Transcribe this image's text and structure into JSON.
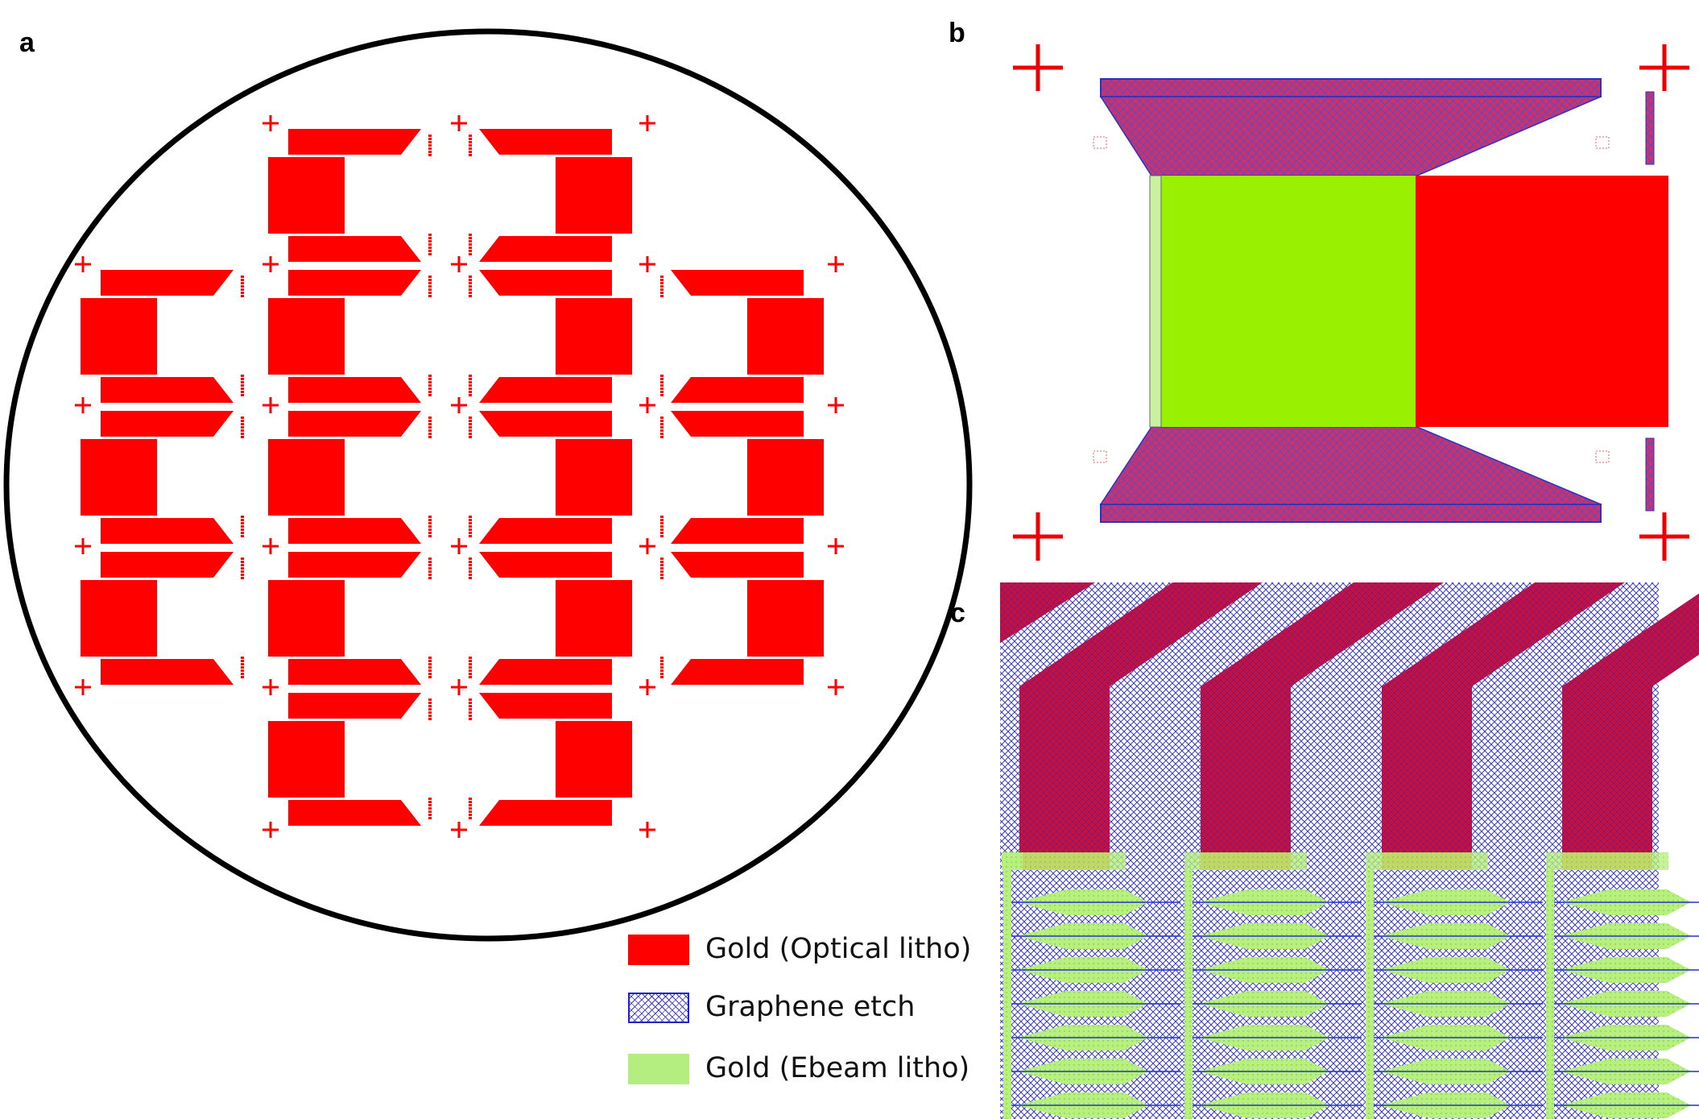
{
  "panels": {
    "a": {
      "label": "a"
    },
    "b": {
      "label": "b"
    },
    "c": {
      "label": "c"
    }
  },
  "legend": {
    "items": [
      {
        "label": "Gold (Optical litho)",
        "color": "#ff0000",
        "pattern": "solid"
      },
      {
        "label": "Graphene etch",
        "color": "#2222cc",
        "pattern": "crosshatch"
      },
      {
        "label": "Gold (Ebeam litho)",
        "color": "#a8f060",
        "pattern": "dotted"
      }
    ]
  },
  "colors": {
    "gold_optical": "#ff0000",
    "gold_ebeam": "#99f000",
    "graphene_etch": "#2233cc",
    "overlap_dark_red": "#c8103a",
    "overlap_orange": "#d9700a",
    "wafer_outline": "#000000"
  }
}
